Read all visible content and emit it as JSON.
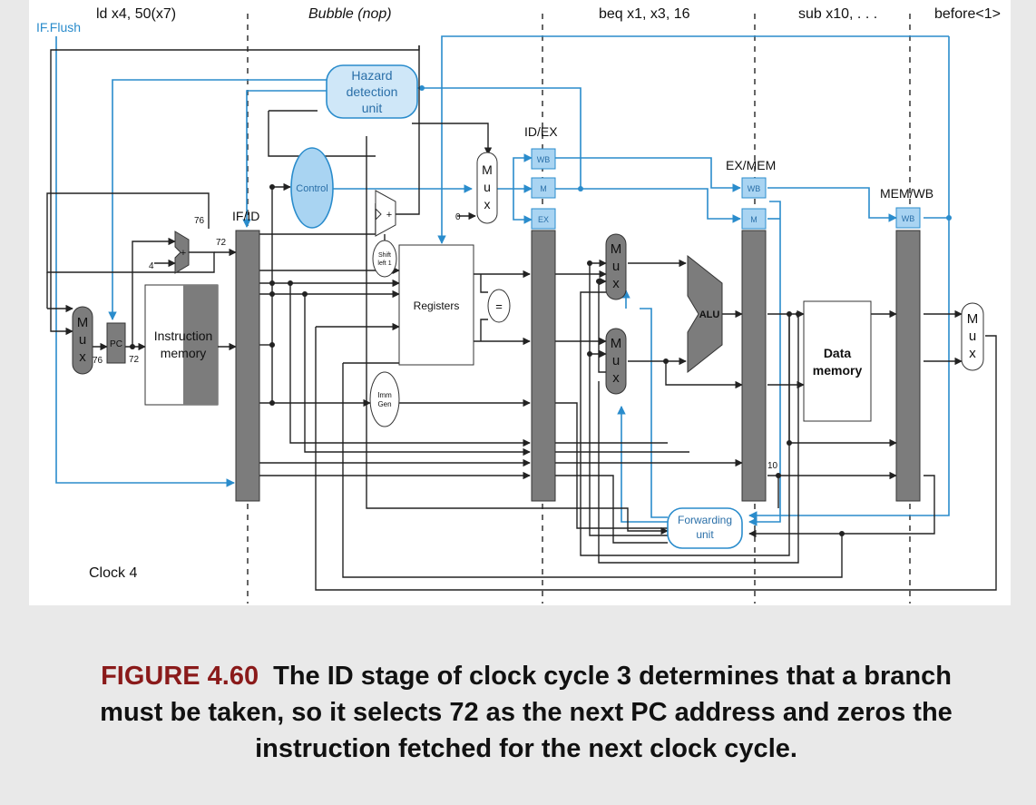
{
  "stages": {
    "if": "ld x4, 50(x7)",
    "id": "Bubble (nop)",
    "ex": "beq x1, x3, 16",
    "mem": "sub x10, . . .",
    "wb": "before<1>"
  },
  "signals": {
    "if_flush": "IF.Flush"
  },
  "units": {
    "hazard_line1": "Hazard",
    "hazard_line2": "detection",
    "hazard_line3": "unit",
    "control": "Control",
    "registers": "Registers",
    "equal": "=",
    "alu": "ALU",
    "instr_mem_1": "Instruction",
    "instr_mem_2": "memory",
    "data_mem_1": "Data",
    "data_mem_2": "memory",
    "forwarding_1": "Forwarding",
    "forwarding_2": "unit",
    "shift_1": "Shift",
    "shift_2": "left 1",
    "imm_1": "Imm",
    "imm_2": "Gen",
    "pc": "PC",
    "add": "+"
  },
  "mux": {
    "m": "M",
    "u": "u",
    "x": "x"
  },
  "registers_labels": {
    "if_id": "IF/ID",
    "id_ex": "ID/EX",
    "ex_mem": "EX/MEM",
    "mem_wb": "MEM/WB"
  },
  "ctrl_fields": {
    "wb": "WB",
    "m": "M",
    "ex": "EX"
  },
  "values": {
    "v76a": "76",
    "v72a": "72",
    "v4": "4",
    "v76b": "76",
    "v72b": "72",
    "v0": "0",
    "v10": "10"
  },
  "clock": "Clock 4",
  "caption": {
    "figure": "FIGURE 4.60",
    "text": "The ID stage of clock cycle 3 determines that a branch must be taken, so it selects 72 as the next PC address and zeros the instruction fetched for the next clock cycle."
  },
  "colors": {
    "control_blue": "#2a8ccc",
    "unit_fill": "#cfe7f8",
    "pipeline_reg": "#7c7c7c",
    "line": "#222222"
  }
}
